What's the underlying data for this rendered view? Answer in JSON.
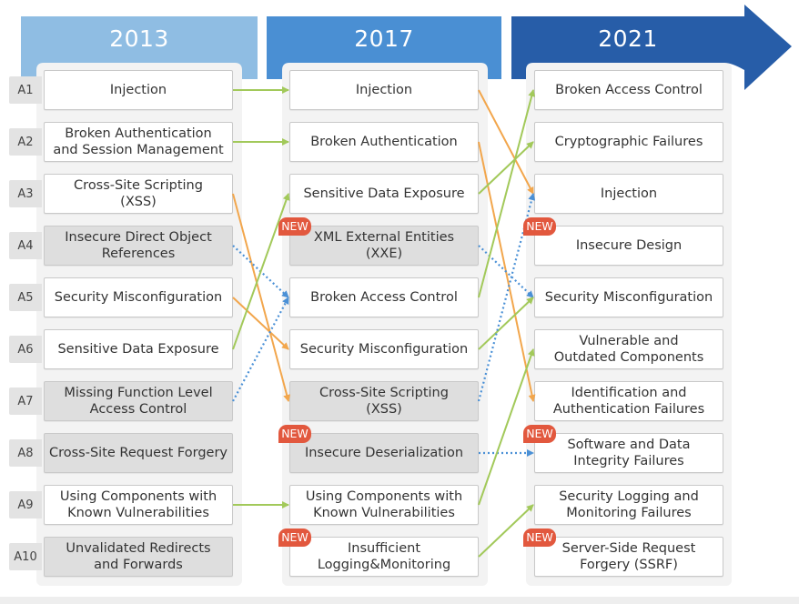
{
  "columns": [
    {
      "year": "2013",
      "items": [
        {
          "rank": "A1",
          "label": "Injection",
          "gray": false
        },
        {
          "rank": "A2",
          "label": "Broken Authentication\nand Session Management",
          "gray": false
        },
        {
          "rank": "A3",
          "label": "Cross-Site Scripting\n(XSS)",
          "gray": false
        },
        {
          "rank": "A4",
          "label": "Insecure Direct Object\nReferences",
          "gray": true
        },
        {
          "rank": "A5",
          "label": "Security Misconfiguration",
          "gray": false
        },
        {
          "rank": "A6",
          "label": "Sensitive Data Exposure",
          "gray": false
        },
        {
          "rank": "A7",
          "label": "Missing Function Level\nAccess Control",
          "gray": true
        },
        {
          "rank": "A8",
          "label": "Cross-Site Request Forgery",
          "gray": true
        },
        {
          "rank": "A9",
          "label": "Using Components with\nKnown Vulnerabilities",
          "gray": false
        },
        {
          "rank": "A10",
          "label": "Unvalidated Redirects\nand Forwards",
          "gray": true
        }
      ]
    },
    {
      "year": "2017",
      "items": [
        {
          "label": "Injection",
          "gray": false,
          "new": false
        },
        {
          "label": "Broken Authentication",
          "gray": false,
          "new": false
        },
        {
          "label": "Sensitive Data Exposure",
          "gray": false,
          "new": false
        },
        {
          "label": "XML External Entities\n(XXE)",
          "gray": true,
          "new": true
        },
        {
          "label": "Broken Access Control",
          "gray": false,
          "new": false
        },
        {
          "label": "Security Misconfiguration",
          "gray": false,
          "new": false
        },
        {
          "label": "Cross-Site Scripting\n(XSS)",
          "gray": true,
          "new": false
        },
        {
          "label": "Insecure Deserialization",
          "gray": true,
          "new": true
        },
        {
          "label": "Using Components with\nKnown Vulnerabilities",
          "gray": false,
          "new": false
        },
        {
          "label": "Insufficient\nLogging&Monitoring",
          "gray": false,
          "new": true
        }
      ]
    },
    {
      "year": "2021",
      "items": [
        {
          "label": "Broken Access Control",
          "gray": false,
          "new": false
        },
        {
          "label": "Cryptographic Failures",
          "gray": false,
          "new": false
        },
        {
          "label": "Injection",
          "gray": false,
          "new": false
        },
        {
          "label": "Insecure Design",
          "gray": false,
          "new": true
        },
        {
          "label": "Security Misconfiguration",
          "gray": false,
          "new": false
        },
        {
          "label": "Vulnerable and\nOutdated Components",
          "gray": false,
          "new": false
        },
        {
          "label": "Identification and\nAuthentication Failures",
          "gray": false,
          "new": false
        },
        {
          "label": "Software and Data\nIntegrity Failures",
          "gray": false,
          "new": true
        },
        {
          "label": "Security Logging and\nMonitoring Failures",
          "gray": false,
          "new": false
        },
        {
          "label": "Server-Side Request\nForgery (SSRF)",
          "gray": false,
          "new": true
        }
      ]
    }
  ],
  "badge_text": "NEW",
  "colors": {
    "header_2013": "#8fbde3",
    "header_2017": "#4a8fd3",
    "header_2021": "#275da8",
    "green": "#a2c95a",
    "orange": "#f2a64c",
    "blue_dotted": "#4a90d6",
    "badge": "#e2583e"
  },
  "links": [
    {
      "from_col": 0,
      "from": 0,
      "to": 0,
      "color": "green",
      "style": "solid"
    },
    {
      "from_col": 0,
      "from": 1,
      "to": 1,
      "color": "green",
      "style": "solid"
    },
    {
      "from_col": 0,
      "from": 2,
      "to": 6,
      "color": "orange",
      "style": "solid"
    },
    {
      "from_col": 0,
      "from": 3,
      "to": 4,
      "color": "blue_dotted",
      "style": "dotted"
    },
    {
      "from_col": 0,
      "from": 4,
      "to": 5,
      "color": "orange",
      "style": "solid"
    },
    {
      "from_col": 0,
      "from": 5,
      "to": 2,
      "color": "green",
      "style": "solid"
    },
    {
      "from_col": 0,
      "from": 6,
      "to": 4,
      "color": "blue_dotted",
      "style": "dotted"
    },
    {
      "from_col": 0,
      "from": 8,
      "to": 8,
      "color": "green",
      "style": "solid"
    },
    {
      "from_col": 1,
      "from": 0,
      "to": 2,
      "color": "orange",
      "style": "solid"
    },
    {
      "from_col": 1,
      "from": 1,
      "to": 6,
      "color": "orange",
      "style": "solid"
    },
    {
      "from_col": 1,
      "from": 2,
      "to": 1,
      "color": "green",
      "style": "solid"
    },
    {
      "from_col": 1,
      "from": 3,
      "to": 4,
      "color": "blue_dotted",
      "style": "dotted"
    },
    {
      "from_col": 1,
      "from": 4,
      "to": 0,
      "color": "green",
      "style": "solid"
    },
    {
      "from_col": 1,
      "from": 5,
      "to": 4,
      "color": "green",
      "style": "solid"
    },
    {
      "from_col": 1,
      "from": 6,
      "to": 2,
      "color": "blue_dotted",
      "style": "dotted"
    },
    {
      "from_col": 1,
      "from": 7,
      "to": 7,
      "color": "blue_dotted",
      "style": "dotted"
    },
    {
      "from_col": 1,
      "from": 8,
      "to": 5,
      "color": "green",
      "style": "solid"
    },
    {
      "from_col": 1,
      "from": 9,
      "to": 8,
      "color": "green",
      "style": "solid"
    }
  ]
}
